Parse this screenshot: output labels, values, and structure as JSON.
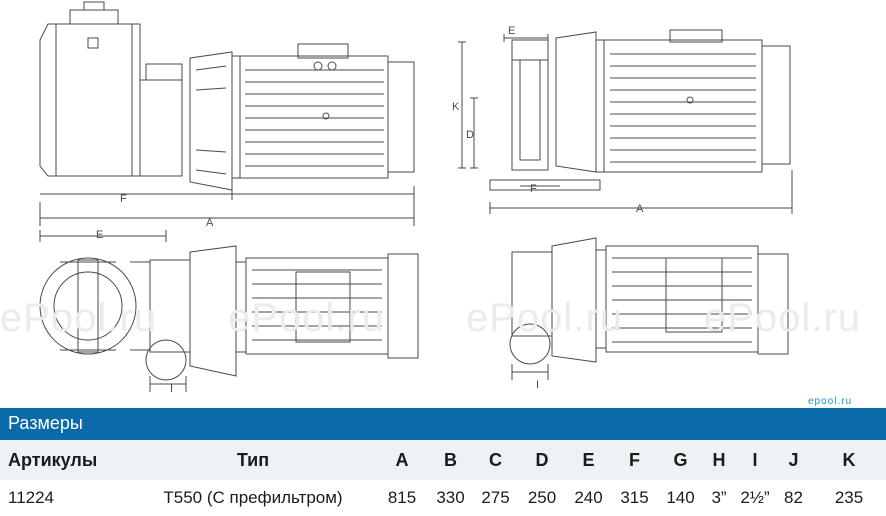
{
  "drawings": {
    "labels": [
      "E",
      "F",
      "A",
      "E",
      "K",
      "D",
      "F",
      "A",
      "I",
      "I"
    ]
  },
  "watermark": "ePool.ru",
  "badge": "epool.ru",
  "section_title": "Размеры",
  "table": {
    "headers": [
      "Артикулы",
      "Тип",
      "A",
      "B",
      "C",
      "D",
      "E",
      "F",
      "G",
      "H",
      "I",
      "J",
      "K"
    ],
    "rows": [
      [
        "11224",
        "T550 (С префильтром)",
        "815",
        "330",
        "275",
        "250",
        "240",
        "315",
        "140",
        "3”",
        "2½”",
        "82",
        "235"
      ]
    ]
  }
}
